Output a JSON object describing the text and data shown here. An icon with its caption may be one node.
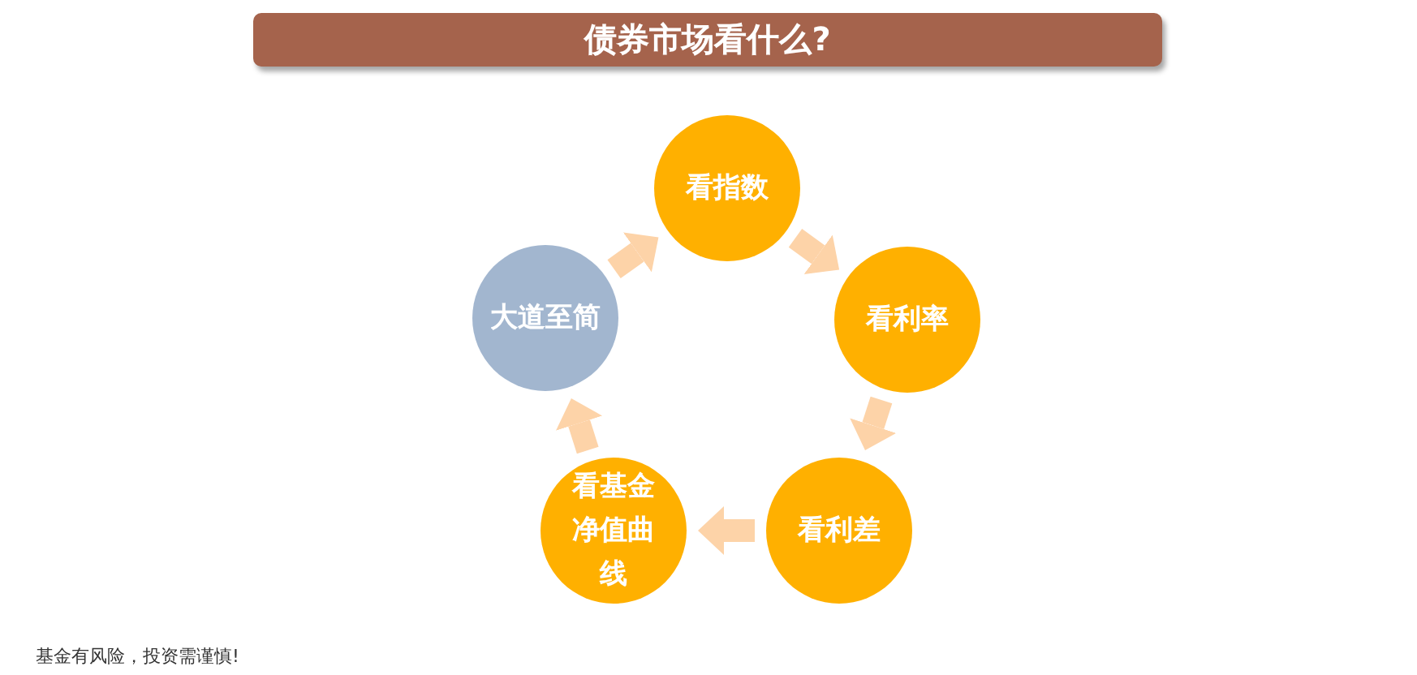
{
  "diagram": {
    "title": "债券市场看什么?",
    "nodes": [
      {
        "text": [
          "看指数"
        ]
      },
      {
        "text": [
          "看利率"
        ]
      },
      {
        "text": [
          "看利差"
        ]
      },
      {
        "text": [
          "看基金净值曲线"
        ]
      },
      {
        "text": [
          "大道至简"
        ]
      }
    ],
    "edges": [
      {
        "from": 0,
        "to": 1,
        "arrow": "to"
      },
      {
        "from": 1,
        "to": 2,
        "arrow": "to"
      },
      {
        "from": 2,
        "to": 3,
        "arrow": "to"
      },
      {
        "from": 3,
        "to": 4,
        "arrow": "to"
      },
      {
        "from": 4,
        "to": 0,
        "arrow": "to"
      }
    ],
    "labels": [
      "基金有风险，投资需谨慎!"
    ]
  }
}
